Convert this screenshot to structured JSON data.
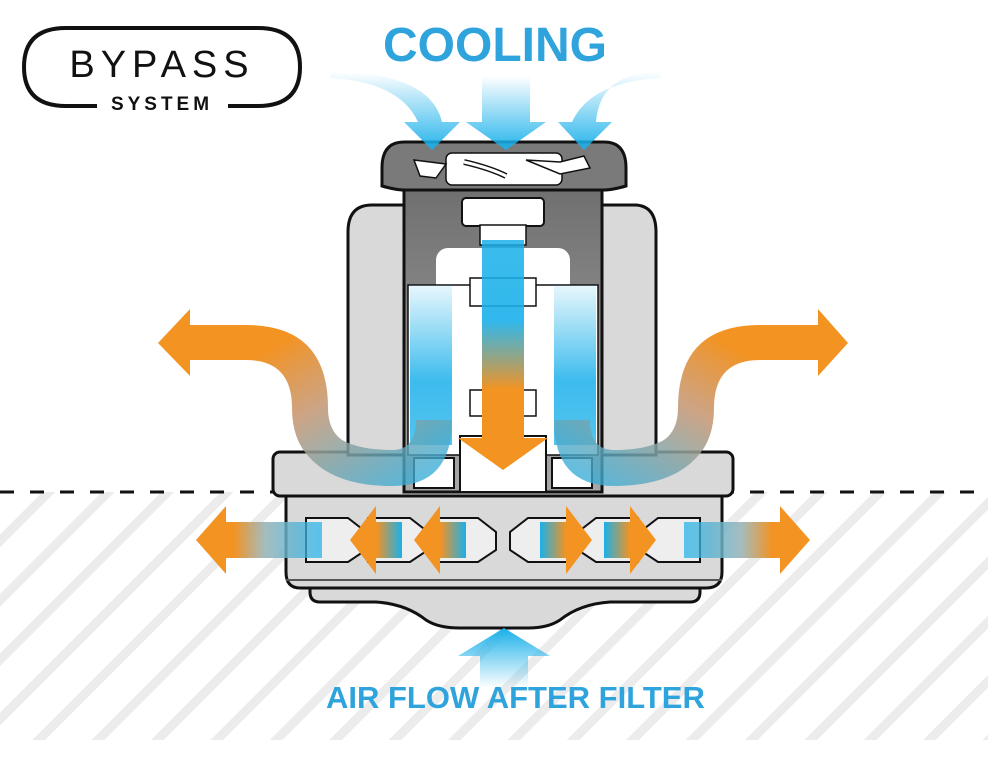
{
  "badge": {
    "title": "BYPASS",
    "subtitle": "SYSTEM"
  },
  "labels": {
    "cooling": "COOLING",
    "airflow": "AIR FLOW AFTER FILTER"
  },
  "colors": {
    "cool_blue": "#1ab0ea",
    "hot_orange": "#f39322",
    "label_blue": "#2ea3dc",
    "body_gray": "#d9d9d9",
    "dark_gray": "#808080",
    "outline": "#111111",
    "hatch": "#ececec"
  },
  "diagram": {
    "flows": [
      {
        "name": "cooling-inflow",
        "direction": "down",
        "type": "cooling"
      },
      {
        "name": "exhaust-left",
        "direction": "left",
        "type": "hot"
      },
      {
        "name": "exhaust-right",
        "direction": "right",
        "type": "hot"
      },
      {
        "name": "bypass-left",
        "direction": "left",
        "type": "hot"
      },
      {
        "name": "bypass-right",
        "direction": "right",
        "type": "hot"
      },
      {
        "name": "filtered-inflow",
        "direction": "up",
        "type": "cooling"
      }
    ]
  }
}
